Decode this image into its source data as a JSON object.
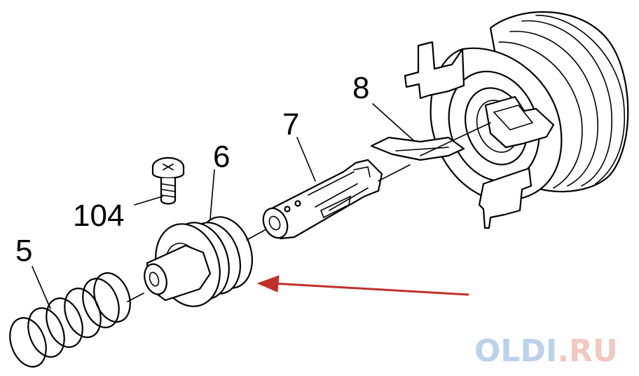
{
  "labels": {
    "part_5": "5",
    "part_6": "6",
    "part_7": "7",
    "part_8": "8",
    "part_104": "104"
  },
  "watermark": {
    "brand": "OLDI",
    "suffix": ".RU"
  },
  "colors": {
    "arrow": "#c0302a",
    "line": "#000000",
    "watermark_brand": "#bcd2ec",
    "watermark_suffix": "#f3c8bf"
  }
}
